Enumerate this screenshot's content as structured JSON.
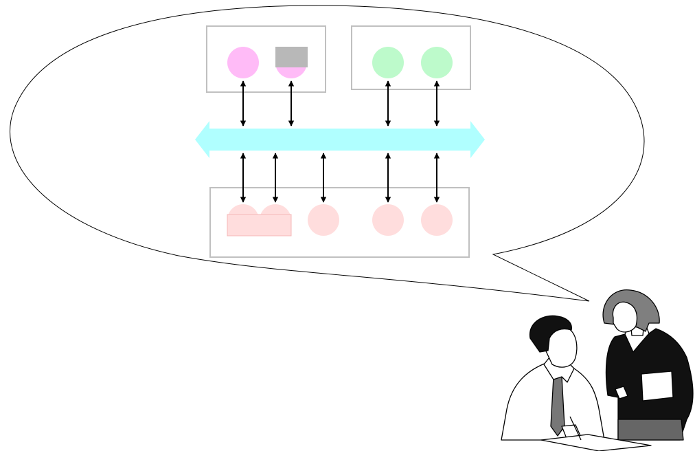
{
  "colors": {
    "background": "#ffffff",
    "outline": "#000000",
    "box_border": "#c0c0c0",
    "pink": "#ffbbf7",
    "gray_rect": "#b8b8b8",
    "green": "#bdfacb",
    "cyan": "#b0ffff",
    "salmon": "#ffdddd",
    "hair": "#7f7f7f",
    "suit": "#111111",
    "tie": "#777777"
  },
  "diagram": {
    "groups": [
      {
        "id": "top-left",
        "nodes": [
          {
            "kind": "circle",
            "color": "pink"
          },
          {
            "kind": "circle",
            "color": "pink",
            "covered_by": "gray_rect"
          }
        ]
      },
      {
        "id": "top-right",
        "nodes": [
          {
            "kind": "circle",
            "color": "green"
          },
          {
            "kind": "circle",
            "color": "green"
          }
        ]
      },
      {
        "id": "bottom",
        "nodes": [
          {
            "kind": "circle",
            "color": "salmon"
          },
          {
            "kind": "circle",
            "color": "salmon"
          },
          {
            "kind": "circle",
            "color": "salmon"
          },
          {
            "kind": "circle",
            "color": "salmon"
          },
          {
            "kind": "circle",
            "color": "salmon"
          }
        ]
      }
    ],
    "bus": {
      "kind": "double-arrow",
      "color": "cyan"
    },
    "connectors": {
      "upper_count": 4,
      "lower_count": 5,
      "style": "double-headed"
    }
  },
  "illustration": {
    "figures": [
      "man-seated-writing",
      "woman-holding-clipboard"
    ],
    "speech_bubble": true
  }
}
